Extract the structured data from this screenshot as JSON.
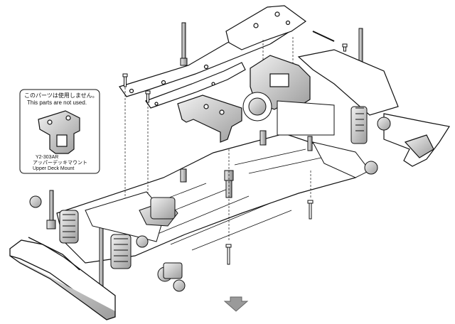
{
  "callout": {
    "note_jp": "このパーツは使用しません。",
    "note_en": "This parts are not used.",
    "part_number": "Y2-303AR",
    "part_name_jp": "アッパーデッキマウント",
    "part_name_en": "Upper Deck Mount"
  },
  "colors": {
    "line": "#111111",
    "part_fill": "#ffffff",
    "shade": "#bdbdbd",
    "dark": "#555555",
    "arrow": "#9a9a9a"
  },
  "icons": {
    "next_step": "down-arrow-icon"
  }
}
